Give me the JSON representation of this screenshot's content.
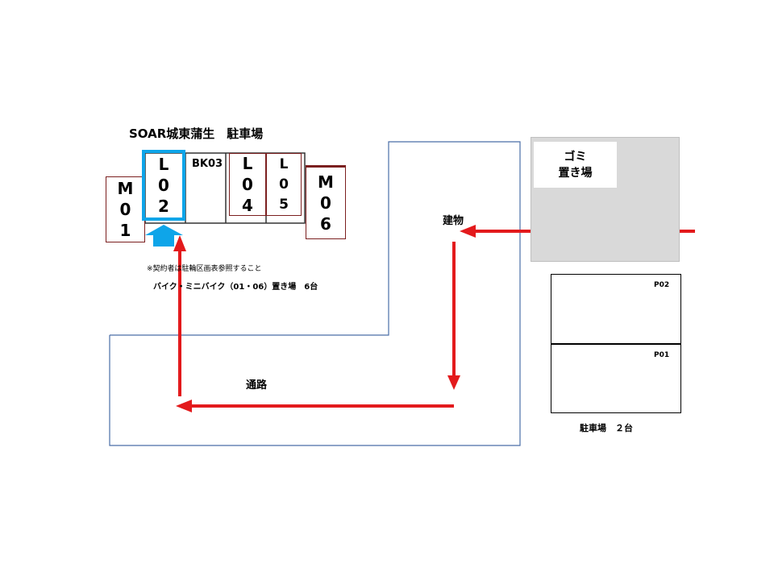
{
  "title": "SOAR城東蒲生　駐車場",
  "bike_slots": {
    "m01": [
      "M",
      "0",
      "1"
    ],
    "l02": [
      "L",
      "0",
      "2"
    ],
    "bk03": "BK03",
    "l04": [
      "L",
      "0",
      "4"
    ],
    "l05": [
      "L",
      "0",
      "5"
    ],
    "m06": [
      "M",
      "0",
      "6"
    ]
  },
  "notes": {
    "contract": "※契約者は駐輪区画表参照すること",
    "bike_area": "バイク・ミニバイク（01・06）置き場　6台"
  },
  "labels": {
    "building": "建物",
    "passage": "通路",
    "garbage": [
      "ゴミ",
      "置き場"
    ]
  },
  "parking": {
    "p02": "P02",
    "p01": "P01",
    "caption": "駐車場　２台"
  },
  "colors": {
    "arrow": "#e31a1c",
    "highlight": "#0ea5e9",
    "slot_border": "#7b1f1f",
    "outline": "#4a6ea8",
    "garbage_bg": "#d9d9d9"
  }
}
